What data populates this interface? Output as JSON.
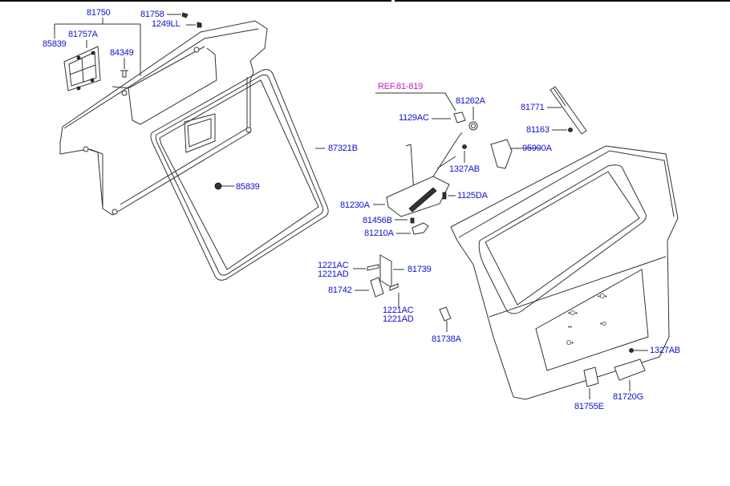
{
  "diagram": {
    "title": "Tail Gate Parts Diagram",
    "reference": {
      "text": "REF.81-819",
      "color": "#c020c0"
    },
    "label_color": "#1010d0",
    "labels": [
      {
        "id": "p81750",
        "text": "81750"
      },
      {
        "id": "p81758",
        "text": "81758"
      },
      {
        "id": "p1249LL",
        "text": "1249LL"
      },
      {
        "id": "p81757A",
        "text": "81757A"
      },
      {
        "id": "p85839a",
        "text": "85839"
      },
      {
        "id": "p84349",
        "text": "84349"
      },
      {
        "id": "p87321B",
        "text": "87321B"
      },
      {
        "id": "p85839b",
        "text": "85839"
      },
      {
        "id": "p81262A",
        "text": "81262A"
      },
      {
        "id": "p1129AC",
        "text": "1129AC"
      },
      {
        "id": "p81771",
        "text": "81771"
      },
      {
        "id": "p81163",
        "text": "81163"
      },
      {
        "id": "p95990A",
        "text": "95990A"
      },
      {
        "id": "p1327ABa",
        "text": "1327AB"
      },
      {
        "id": "p81230A",
        "text": "81230A"
      },
      {
        "id": "p1125DA",
        "text": "1125DA"
      },
      {
        "id": "p81456B",
        "text": "81456B"
      },
      {
        "id": "p81210A",
        "text": "81210A"
      },
      {
        "id": "p1221ACa",
        "text": "1221AC"
      },
      {
        "id": "p1221ADa",
        "text": "1221AD"
      },
      {
        "id": "p81739",
        "text": "81739"
      },
      {
        "id": "p81742",
        "text": "81742"
      },
      {
        "id": "p1221ACb",
        "text": "1221AC"
      },
      {
        "id": "p1221ADb",
        "text": "1221AD"
      },
      {
        "id": "p81738A",
        "text": "81738A"
      },
      {
        "id": "p1327ABb",
        "text": "1327AB"
      },
      {
        "id": "p81720G",
        "text": "81720G"
      },
      {
        "id": "p81755E",
        "text": "81755E"
      }
    ]
  }
}
